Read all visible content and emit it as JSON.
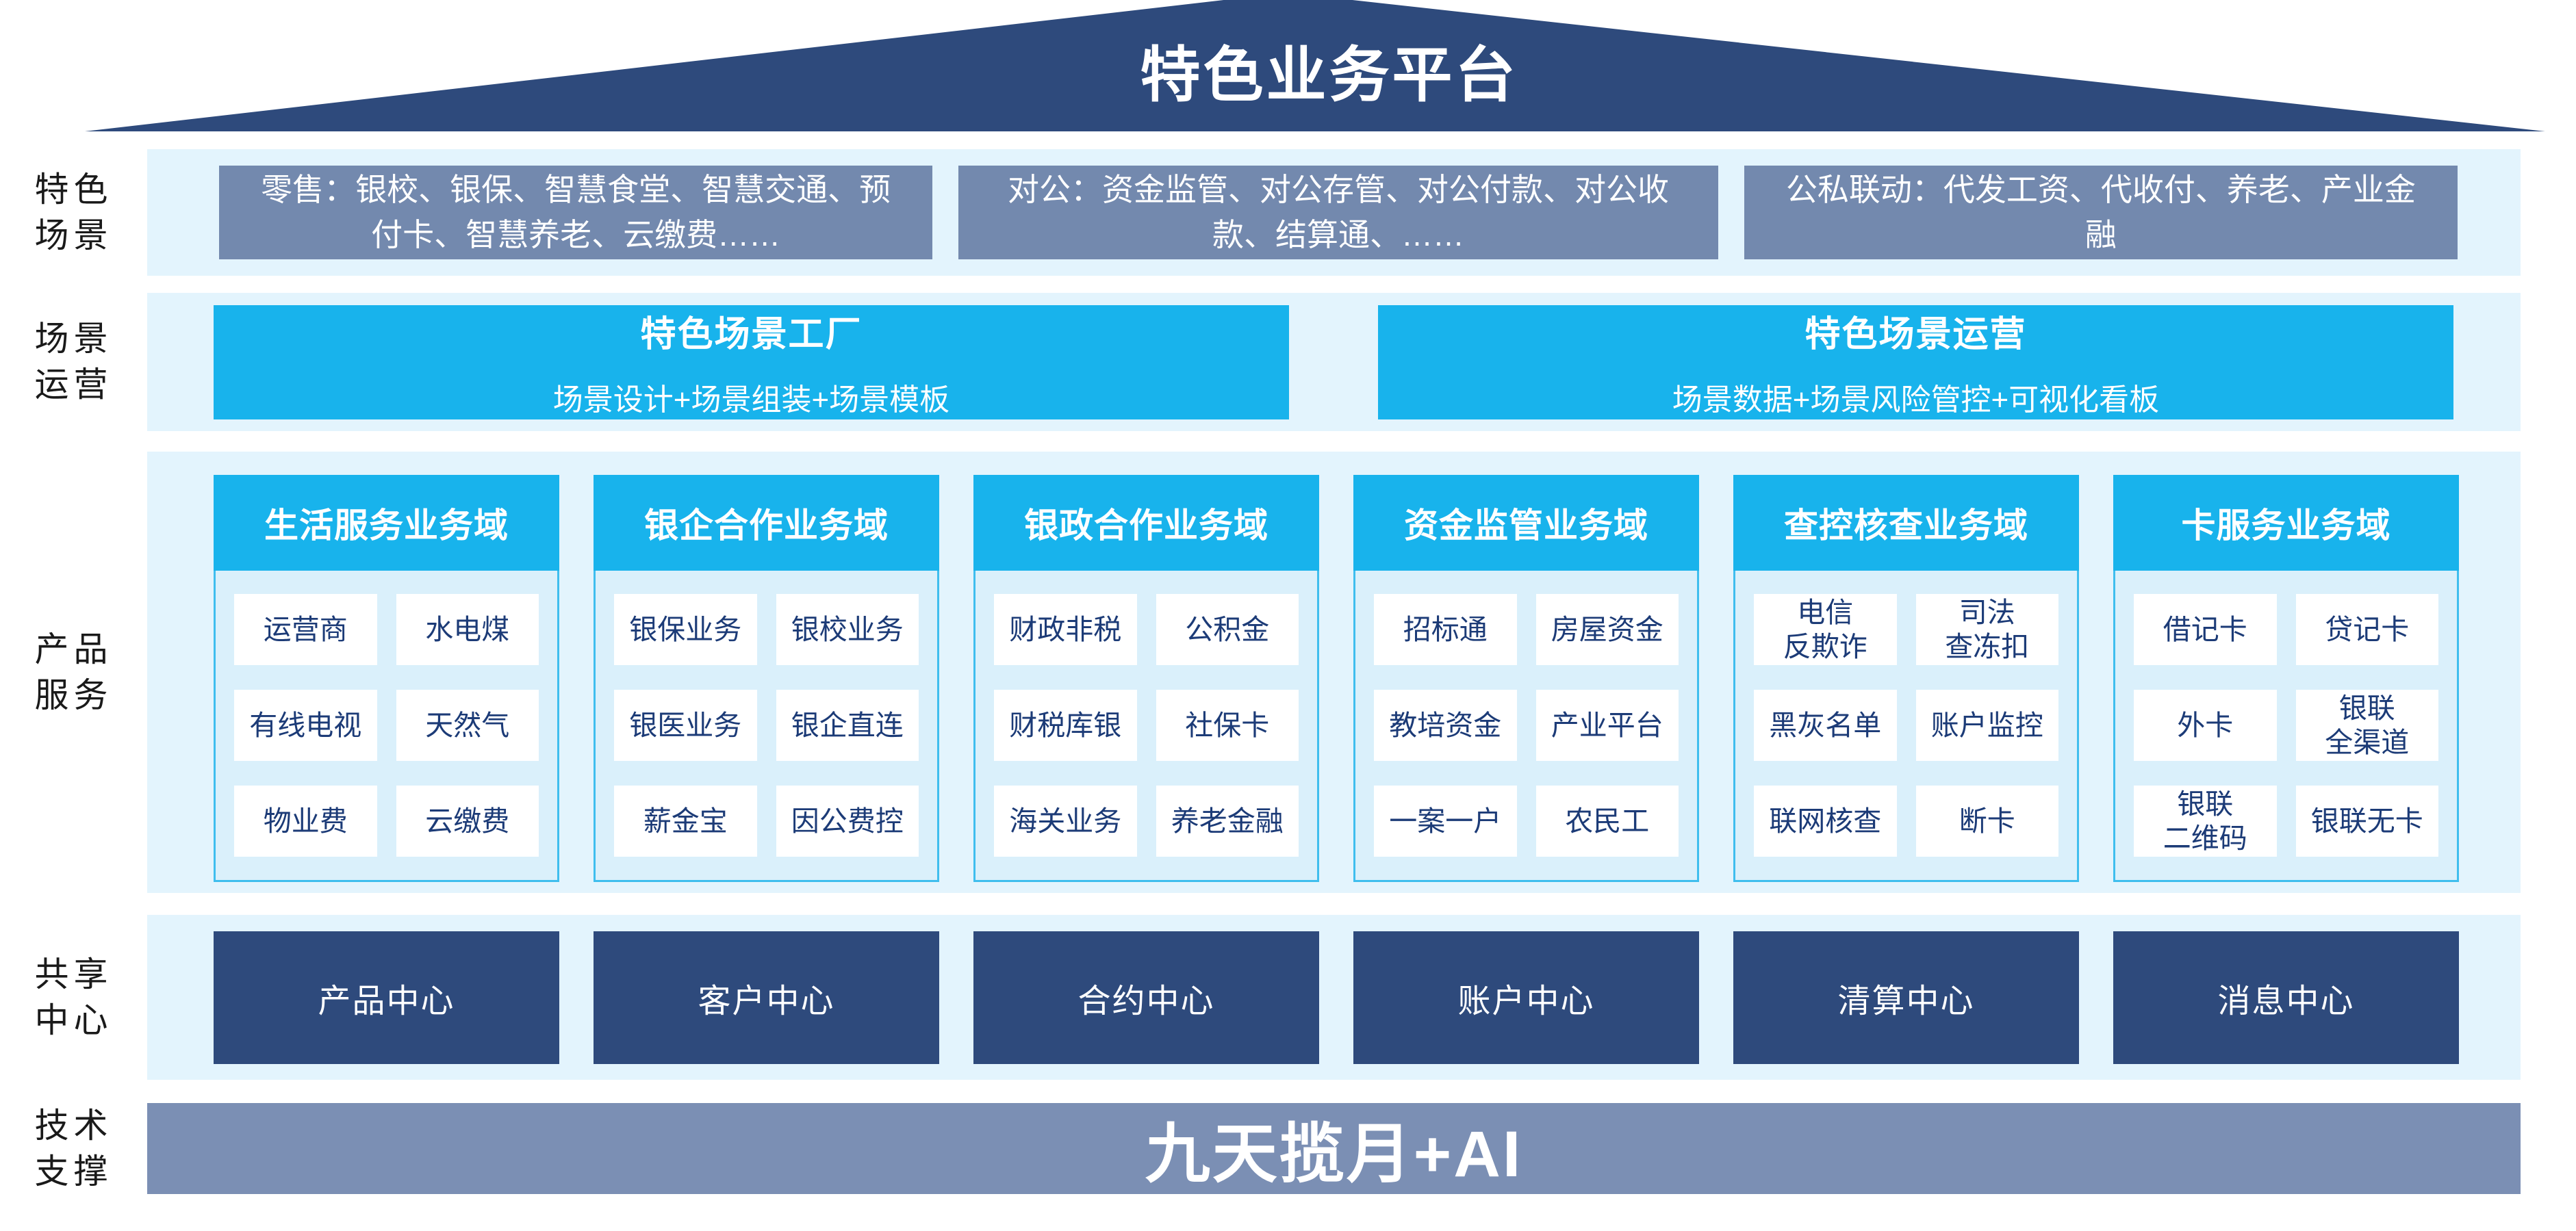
{
  "title": "特色业务平台",
  "colors": {
    "navy": "#2E4A7C",
    "gray_blue_box": "#7389AE",
    "gray_blue_bar": "#7B8FB4",
    "cyan": "#18B3EC",
    "band_bg": "#E3F4FD",
    "panel_bg": "#DAF0FB",
    "panel_border": "#3FBEEE",
    "item_text": "#1C3B77"
  },
  "rows": {
    "scene": {
      "label": "特色\n场景",
      "boxes": [
        "零售：银校、银保、智慧食堂、智慧交通、预付卡、智慧养老、云缴费……",
        "对公：资金监管、对公存管、对公付款、对公收款、结算通、……",
        "公私联动：代发工资、代收付、养老、产业金融"
      ]
    },
    "operation": {
      "label": "场景\n运营",
      "boxes": [
        {
          "title": "特色场景工厂",
          "subtitle": "场景设计+场景组装+场景模板"
        },
        {
          "title": "特色场景运营",
          "subtitle": "场景数据+场景风险管控+可视化看板"
        }
      ]
    },
    "products": {
      "label": "产品\n服务",
      "domains": [
        {
          "header": "生活服务业务域",
          "items": [
            "运营商",
            "水电煤",
            "有线电视",
            "天然气",
            "物业费",
            "云缴费"
          ]
        },
        {
          "header": "银企合作业务域",
          "items": [
            "银保业务",
            "银校业务",
            "银医业务",
            "银企直连",
            "薪金宝",
            "因公费控"
          ]
        },
        {
          "header": "银政合作业务域",
          "items": [
            "财政非税",
            "公积金",
            "财税库银",
            "社保卡",
            "海关业务",
            "养老金融"
          ]
        },
        {
          "header": "资金监管业务域",
          "items": [
            "招标通",
            "房屋资金",
            "教培资金",
            "产业平台",
            "一案一户",
            "农民工"
          ]
        },
        {
          "header": "查控核查业务域",
          "items": [
            "电信\n反欺诈",
            "司法\n查冻扣",
            "黑灰名单",
            "账户监控",
            "联网核查",
            "断卡"
          ]
        },
        {
          "header": "卡服务业务域",
          "items": [
            "借记卡",
            "贷记卡",
            "外卡",
            "银联\n全渠道",
            "银联\n二维码",
            "银联无卡"
          ]
        }
      ]
    },
    "centers": {
      "label": "共享\n中心",
      "boxes": [
        "产品中心",
        "客户中心",
        "合约中心",
        "账户中心",
        "清算中心",
        "消息中心"
      ]
    },
    "tech": {
      "label": "技术\n支撑",
      "text": "九天揽月+AI"
    }
  }
}
